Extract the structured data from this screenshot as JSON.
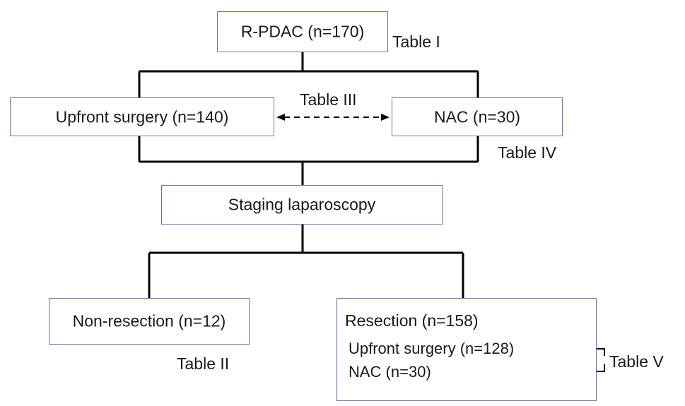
{
  "nodes": {
    "cohort": "R-PDAC (n=170)",
    "upfront": "Upfront surgery (n=140)",
    "nac": "NAC (n=30)",
    "staging": "Staging laparoscopy",
    "nonresection": "Non-resection (n=12)",
    "resection": {
      "title": "Resection (n=158)",
      "sub1": "Upfront surgery (n=128)",
      "sub2": "NAC (n=30)"
    }
  },
  "table_refs": {
    "cohort": "Table I",
    "nonresection": "Table II",
    "comparison": "Table III",
    "nac": "Table IV",
    "resection": "Table V"
  },
  "colors": {
    "box_border": "#6e72a8",
    "line": "#000000"
  }
}
